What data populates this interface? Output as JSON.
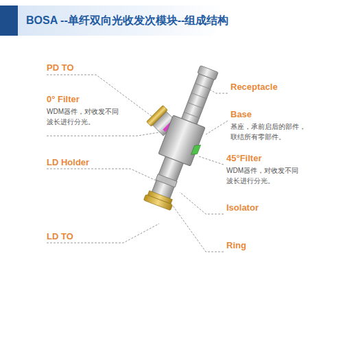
{
  "diagram": {
    "title": "BOSA --单纤双向光收发次模块--组成结构",
    "labels": [
      "PD TO",
      "0° Filter",
      "WDM器件，对收发不同波长进行分光。",
      "LD Holder",
      "LD TO",
      "Receptacle",
      "Base",
      "基座，承前启后的部件，联结所有零部件。",
      "45°Filter",
      "WDM器件，对收发不同波长进行分光。",
      "Isolator",
      "Ring"
    ]
  }
}
